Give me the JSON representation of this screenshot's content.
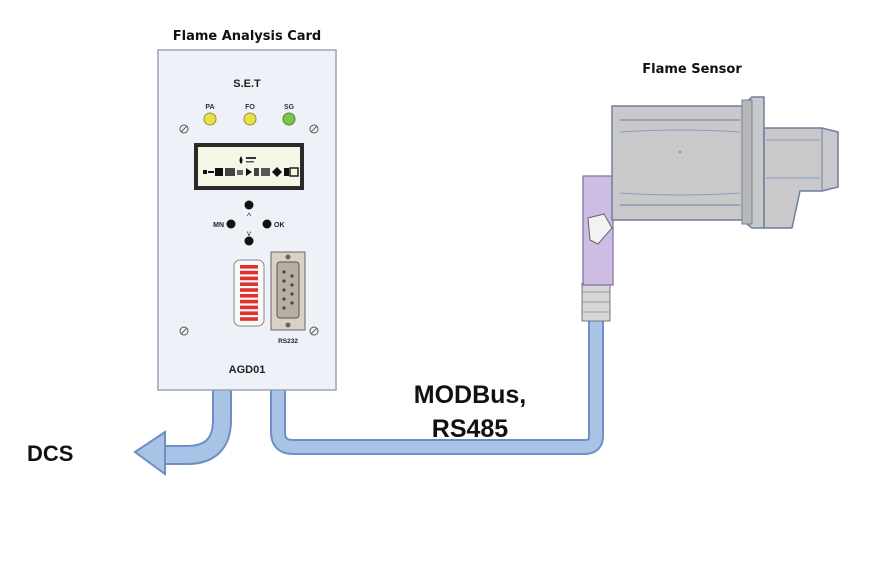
{
  "titles": {
    "card": "Flame Analysis Card",
    "sensor": "Flame Sensor"
  },
  "card": {
    "brand": "S.E.T",
    "model": "AGD01",
    "leds": [
      {
        "label": "PA",
        "color": "#e8e24a"
      },
      {
        "label": "FO",
        "color": "#e8e24a"
      },
      {
        "label": "SG",
        "color": "#7fc24d"
      }
    ],
    "buttons": {
      "up": "^",
      "down": "v",
      "menu": "MN",
      "ok": "OK"
    },
    "port_label": "RS232",
    "bargraph_color": "#e03030"
  },
  "labels": {
    "dcs": "DCS",
    "protocol_line1": "MODBus,",
    "protocol_line2": "RS485"
  },
  "colors": {
    "cable": "#a9c3e6",
    "cable_edge": "#6f8fc4",
    "card_face": "#eef1f7",
    "sensor_body": "#c9c9cb",
    "sensor_connector": "#cdbde3"
  }
}
